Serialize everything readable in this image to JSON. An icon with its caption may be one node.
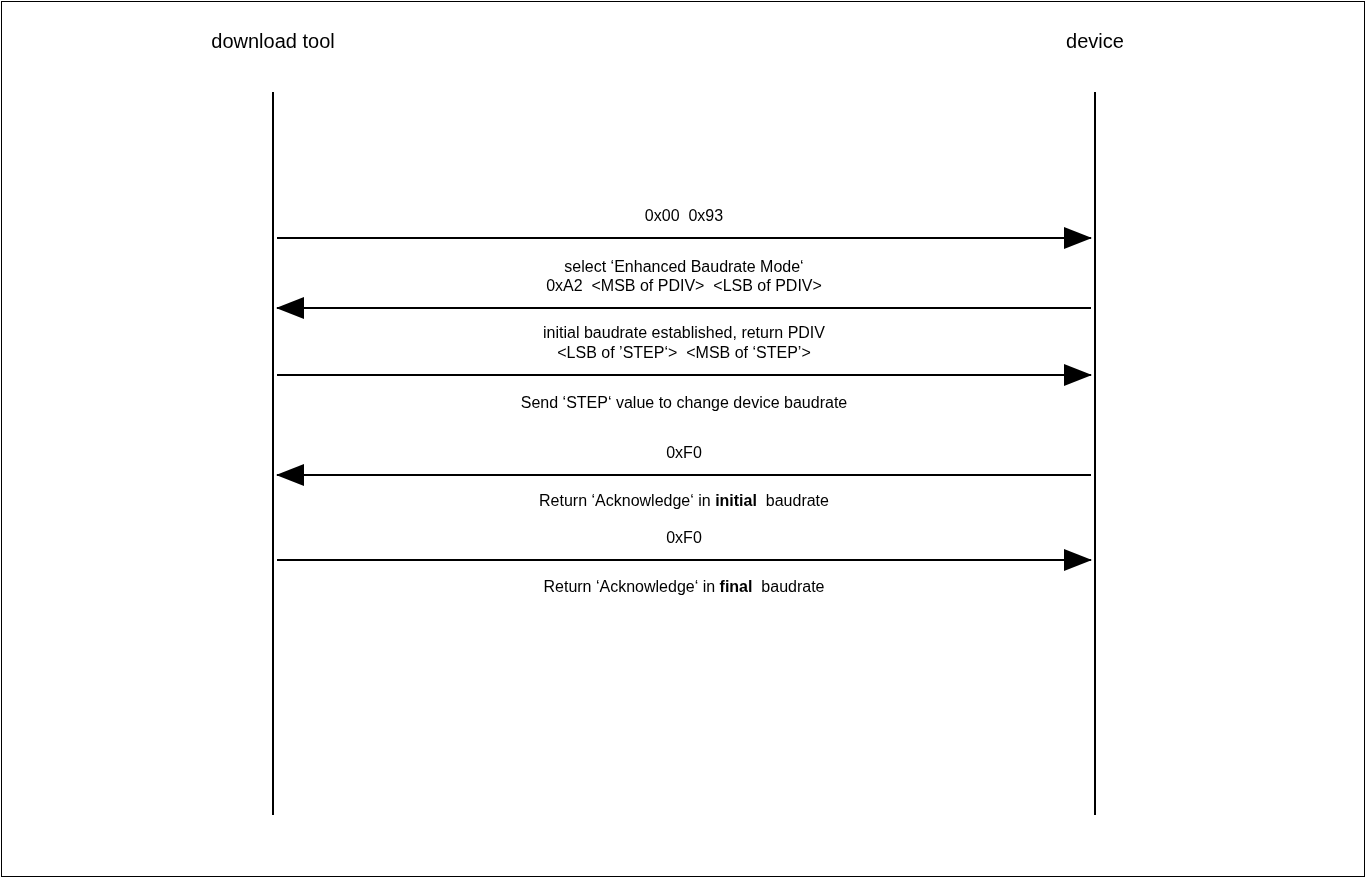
{
  "diagram": {
    "nodes": [
      {
        "text": [
          "download tool"
        ]
      },
      {
        "text": [
          "device"
        ]
      }
    ],
    "edges": [
      {
        "from": 0,
        "to": 1,
        "arrow": "to",
        "label": "0x00  0x93"
      },
      {
        "from": 1,
        "to": 0,
        "arrow": "to",
        "label": "0xA2  <MSB of PDIV>  <LSB of PDIV>"
      },
      {
        "from": 0,
        "to": 1,
        "arrow": "to",
        "label": "<LSB of ’STEP‘>  <MSB of ‘STEP’>"
      },
      {
        "from": 1,
        "to": 0,
        "arrow": "to",
        "label": "0xF0"
      },
      {
        "from": 0,
        "to": 1,
        "arrow": "to",
        "label": "0xF0"
      }
    ],
    "labels": [
      "select ‘Enhanced Baudrate Mode‘",
      "initial baudrate established, return PDIV",
      "Send ‘STEP‘ value to change device baudrate",
      "Return ‘Acknowledge‘ in **initial**  baudrate",
      "Return ‘Acknowledge‘ in **final**  baudrate"
    ]
  }
}
